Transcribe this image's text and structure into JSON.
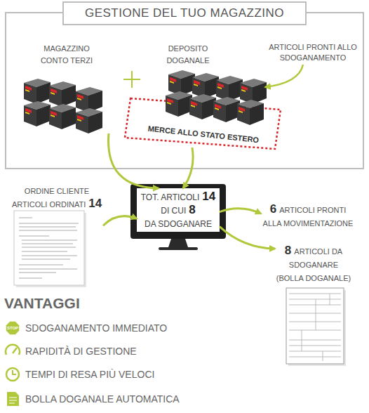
{
  "diagram": {
    "title": "GESTIONE DEL TUO MAGAZZINO",
    "nodes": [
      {
        "text": [
          "MAGAZZINO CONTO TERZI"
        ]
      },
      {
        "text": [
          "DEPOSITO DOGANALE",
          "MERCE ALLO STATO ESTERO"
        ]
      },
      {
        "text": [
          "ORDINE CLIENTE ARTICOLI ORDINATI",
          "14"
        ]
      },
      {
        "text": [
          "TOT. ARTICOLI",
          "14",
          "DI CUI",
          "8",
          "DA SDOGANARE"
        ]
      },
      {
        "text": [
          "6",
          "ARTICOLI PRONTI ALLA MOVIMENTAZIONE"
        ]
      },
      {
        "text": [
          "8",
          "ARTICOLI DA SDOGANARE (BOLLA DOGANALE)"
        ]
      }
    ],
    "edges": [
      {
        "from": 0,
        "to": 3,
        "arrow": "to"
      },
      {
        "from": 1,
        "to": 3,
        "arrow": "to"
      },
      {
        "from": 2,
        "to": 3,
        "arrow": "to"
      },
      {
        "from": 3,
        "to": 4,
        "arrow": "to"
      },
      {
        "from": 3,
        "to": 5,
        "arrow": "to"
      }
    ],
    "labels": [
      "ARTICOLI PRONTI ALLO SDOGANAMENTO",
      "VANTAGGI",
      "STOP",
      "SDOGANAMENTO IMMEDIATO",
      "RAPIDITÀ DI GESTIONE",
      "TEMPI DI RESA PIÙ VELOCI",
      "BOLLA DOGANALE AUTOMATICA"
    ]
  }
}
